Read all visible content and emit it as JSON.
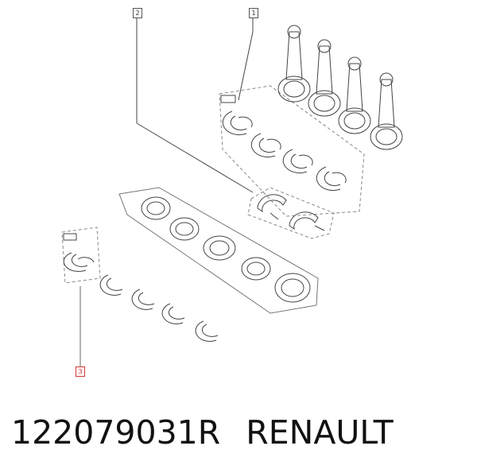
{
  "diagram": {
    "callouts": [
      {
        "label": "1",
        "highlight": false
      },
      {
        "label": "2",
        "highlight": false
      },
      {
        "label": "3",
        "highlight": true
      }
    ],
    "colors": {
      "line": "#444444",
      "highlight": "#d23a3a"
    }
  },
  "caption": {
    "part_number": "122079031R",
    "brand": "RENAULT"
  }
}
